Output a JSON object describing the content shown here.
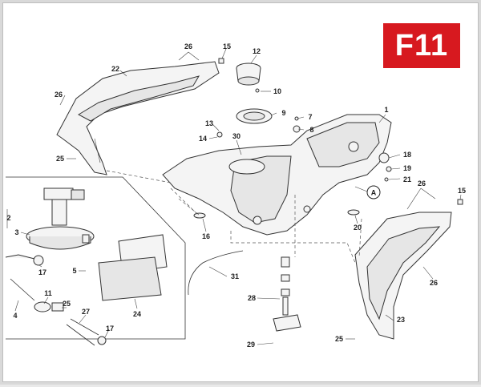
{
  "badge": {
    "code": "F11",
    "color": "#d7191f"
  },
  "callouts": [
    "26",
    "15",
    "22",
    "12",
    "10",
    "26",
    "9",
    "7",
    "13",
    "1",
    "8",
    "30",
    "14",
    "25",
    "18",
    "19",
    "21",
    "26",
    "15",
    "2",
    "3",
    "16",
    "20",
    "5",
    "17",
    "31",
    "4",
    "11",
    "25",
    "27",
    "24",
    "28",
    "26",
    "17",
    "23",
    "25",
    "29"
  ],
  "detail_marker": "A"
}
